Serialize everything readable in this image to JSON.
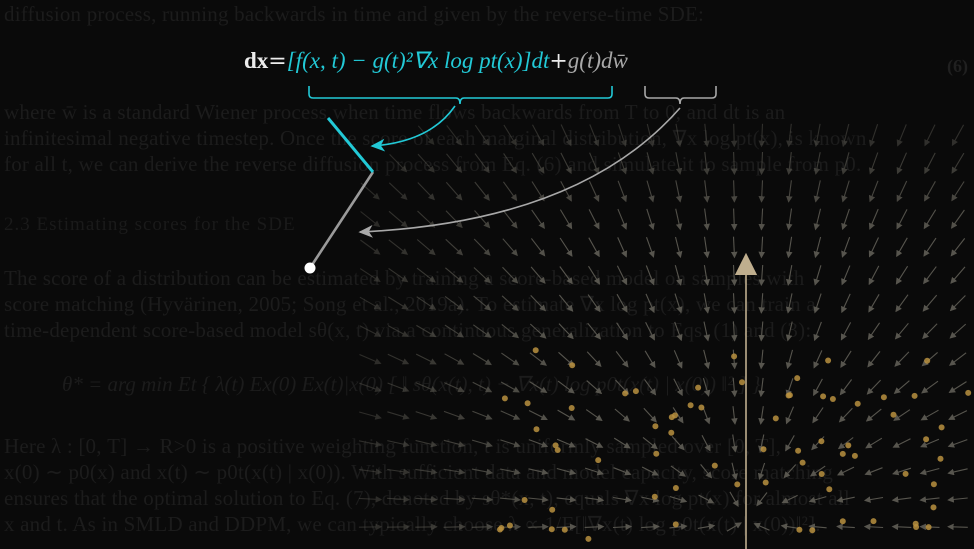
{
  "background_text": {
    "line1": "diffusion process, running backwards in time and given by the reverse-time SDE:",
    "line2": "where w̄ is a standard Wiener process when time flows backwards from T to 0, and dt is an",
    "line3": "infinitesimal negative timestep. Once the score of each marginal distribution, ∇x log pt(x), is known",
    "line4": "for all t, we can derive the reverse diffusion process from Eq. (6) and simulate it to sample from p0.",
    "heading": "2.3    Estimating scores for the SDE",
    "line5": "The score of a distribution can be estimated by training a score-based model on samples with",
    "line6": "score matching (Hyvärinen, 2005; Song et al., 2019a). To estimate ∇x log pt(x), we can train a",
    "line7": "time-dependent score-based model sθ(x, t) via a continuous generalization to Eqs. (1) and (3):",
    "equation_line": "θ* = arg min Et { λ(t) Ex(0) Ex(t)|x(0) [ ‖ sθ(x(t), t) − ∇x(t) log p0t(x(t) | x(0)) ‖² ] }",
    "line8": "Here λ : [0, T] → R>0 is a positive weighting function, t is uniformly sampled over [0, T],",
    "line9": "x(0) ∼ p0(x) and x(t) ∼ p0t(x(t) | x(0)). With sufficient data and model capacity, score matching",
    "line10": "ensures that the optimal solution to Eq. (7), denoted by sθ*(x, t), equals ∇x log pt(x) for almost all",
    "line11": "x and t. As in SMLD and DDPM, we can typically choose λ ∝ 1/E[‖∇x(t) log p0t(x(t) | x(0))‖²].",
    "tag": "(6)"
  },
  "equation": {
    "dx": "dx",
    "eq": " = ",
    "bracket_term": "[f(x, t) − g(t)²∇x log pt(x)]dt",
    "plus": " + ",
    "noise_term": "g(t)dw̄"
  },
  "colors": {
    "background": "#0a0a0a",
    "drift_accent": "#22c9d6",
    "noise_accent": "#a8a8a8",
    "particles": "#b8913f",
    "field_arrows": "#5c5a52"
  },
  "illustration": {
    "drift_segment": "cyan",
    "noise_segment": "grey",
    "start_point": "white",
    "vertical_axis": "tan-arrow"
  }
}
